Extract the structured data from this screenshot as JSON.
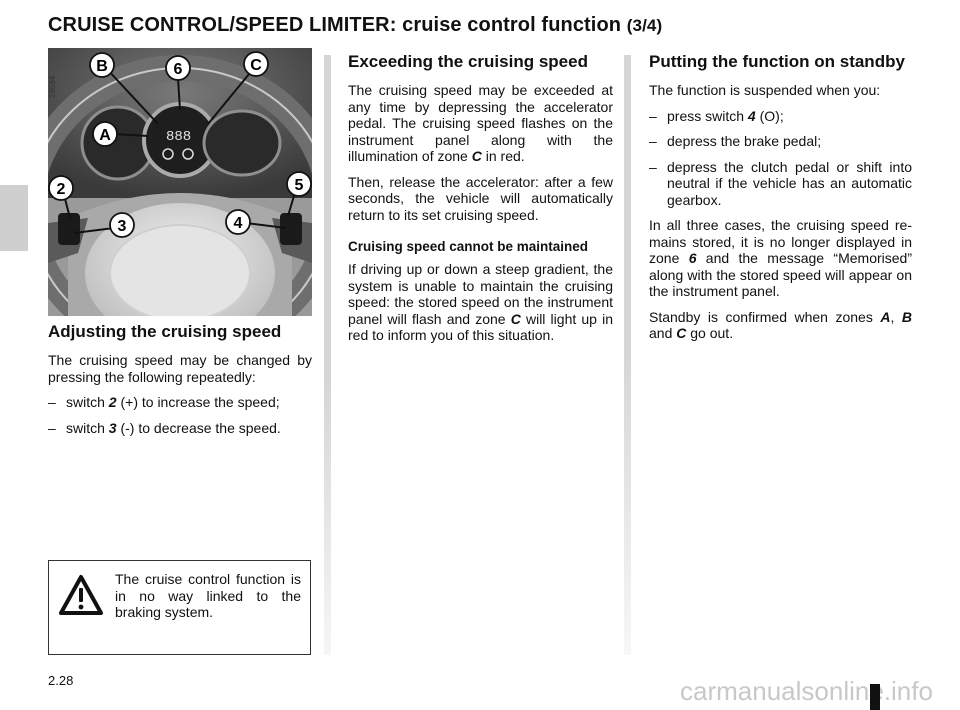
{
  "header": {
    "title_main": "CRUISE CONTROL/SPEED LIMITER: cruise control function",
    "title_suffix": "(3/4)"
  },
  "figure": {
    "code": "28584",
    "callouts": {
      "B": "B",
      "6": "6",
      "C": "C",
      "A": "A",
      "2": "2",
      "5": "5",
      "3": "3",
      "4": "4"
    }
  },
  "col1": {
    "heading": "Adjusting the cruising speed",
    "intro": "The cruising speed may be changed by pressing the following repeatedly:",
    "items": [
      {
        "dash": "–",
        "pre": "switch ",
        "ref": "2",
        "post": " (+) to increase the speed;"
      },
      {
        "dash": "–",
        "pre": "switch ",
        "ref": "3",
        "post": " (-) to decrease the speed."
      }
    ]
  },
  "warning": {
    "icon": "warning-triangle-icon",
    "text": "The cruise control function is in no way linked to the braking system."
  },
  "col2": {
    "heading": "Exceeding the cruising speed",
    "p1_pre": "The cruising speed may be exceeded at any time by depressing the acceler­ator pedal. The cruising speed flashes on the instrument panel along with the illumination of zone ",
    "p1_ref": "C",
    "p1_post": " in red.",
    "p2": "Then, release the accelerator: after a few seconds, the vehicle will automati­cally return to its set cruising speed.",
    "subheading": "Cruising speed cannot be maintained",
    "p3_pre": "If driving up or down a steep gradient, the system is unable to maintain the cruising speed: the stored speed on the instrument panel will flash and zone ",
    "p3_ref": "C",
    "p3_post": " will light up in red to inform you of this situation."
  },
  "col3": {
    "heading": "Putting the function on standby",
    "intro": "The function is suspended when you:",
    "item1_pre": "press switch ",
    "item1_ref": "4",
    "item1_post": " (O);",
    "item2": "depress the brake pedal;",
    "item3": "depress the clutch pedal or shift into neutral if the vehicle has an auto­matic gearbox.",
    "dash": "–",
    "p1_pre": "In all three cases, the cruising speed re­mains stored, it is no longer displayed in zone ",
    "p1_ref": "6",
    "p1_post": " and the message “Memorised” along with the stored speed will appear on the instrument panel.",
    "p2_pre": "Standby is confirmed when zones ",
    "p2_ref1": "A",
    "p2_sep1": ", ",
    "p2_ref2": "B",
    "p2_sep2": " and ",
    "p2_ref3": "C",
    "p2_post": " go out."
  },
  "footer": {
    "page_number": "2.28",
    "watermark": "carmanualsonline.info"
  }
}
